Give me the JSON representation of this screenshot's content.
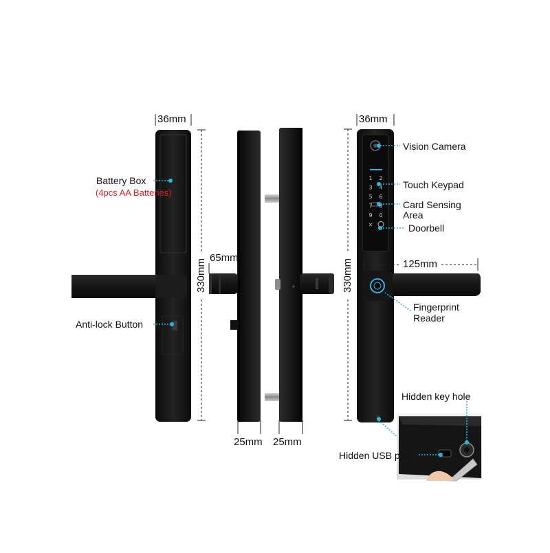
{
  "labels": {
    "battery_box": "Battery Box",
    "battery_spec": "(4pcs AA Batteries)",
    "anti_lock": "Anti-lock Button",
    "vision_camera": "Vision Camera",
    "touch_keypad": "Touch Keypad",
    "card_sensing_1": "Card Sensing",
    "card_sensing_2": "Area",
    "doorbell": "Doorbell",
    "fingerprint_1": "Fingerprint",
    "fingerprint_2": "Reader",
    "hidden_key": "Hidden key hole",
    "hidden_usb": "Hidden USB port"
  },
  "dimensions": {
    "width_back": "36mm",
    "width_front": "36mm",
    "height_back": "330mm",
    "height_front": "330mm",
    "handle_offset": "65mm",
    "handle_length": "125mm",
    "thickness_left": "25mm",
    "thickness_right": "25mm"
  },
  "keypad_keys": [
    "1",
    "2",
    "3",
    "4",
    "5",
    "6",
    "7",
    "8",
    "9",
    "0",
    "×",
    "bell"
  ],
  "colors": {
    "body": "#161616",
    "accent_line": "#27b8e0",
    "battery_spec": "#e02020"
  }
}
